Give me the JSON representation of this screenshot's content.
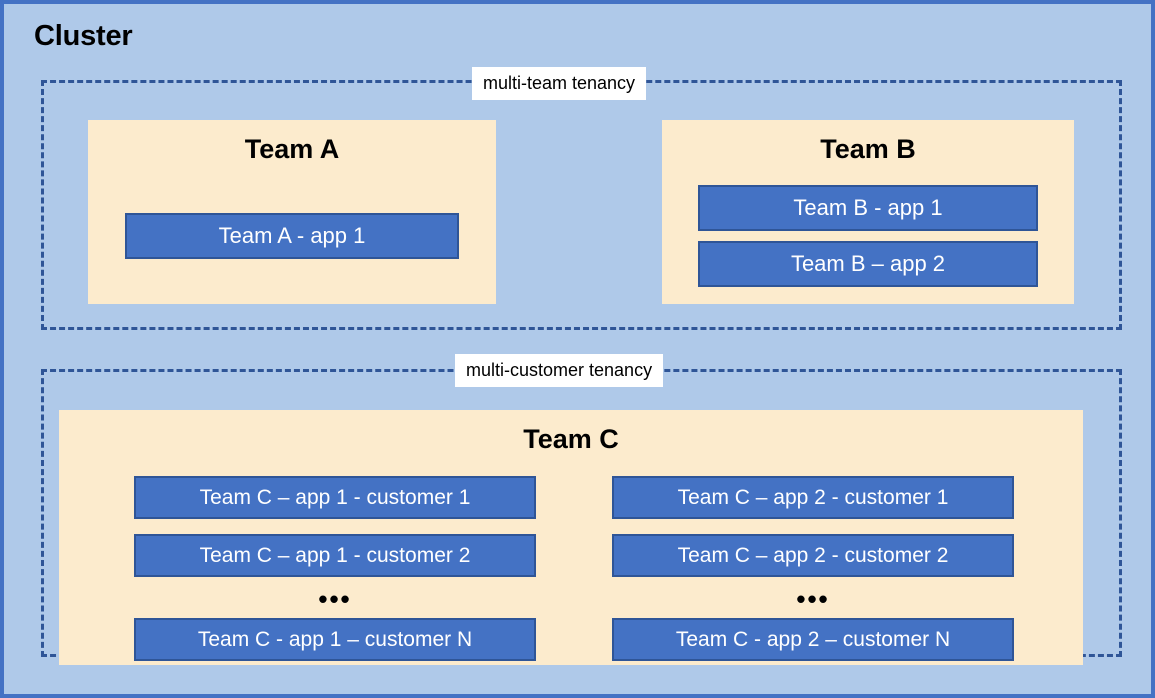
{
  "diagram": {
    "title": "Cluster",
    "colors": {
      "cluster_background": "#AFC9E9",
      "cluster_border": "#4472C4",
      "zone_border": "#2F5597",
      "team_panel_fill": "#FCEBCD",
      "app_box_fill": "#4472C4",
      "app_box_border": "#2F5597",
      "app_box_text": "#FFFFFF",
      "label_background": "#FFFFFF"
    }
  },
  "zones": [
    {
      "id": "multi-team",
      "label": "multi-team tenancy",
      "teams": [
        {
          "id": "team-a",
          "title": "Team A",
          "apps": [
            {
              "label": "Team A - app 1"
            }
          ]
        },
        {
          "id": "team-b",
          "title": "Team B",
          "apps": [
            {
              "label": "Team B - app 1"
            },
            {
              "label": "Team B – app 2"
            }
          ]
        }
      ]
    },
    {
      "id": "multi-customer",
      "label": "multi-customer tenancy",
      "teams": [
        {
          "id": "team-c",
          "title": "Team C",
          "columns": [
            {
              "id": "app-1",
              "ellipsis": "•••",
              "apps": [
                {
                  "label": "Team C – app 1 - customer 1"
                },
                {
                  "label": "Team C – app 1 - customer 2"
                },
                {
                  "label": "Team C - app 1 – customer N"
                }
              ]
            },
            {
              "id": "app-2",
              "ellipsis": "•••",
              "apps": [
                {
                  "label": "Team C – app 2 - customer 1"
                },
                {
                  "label": "Team C – app 2 - customer 2"
                },
                {
                  "label": "Team C - app 2 – customer N"
                }
              ]
            }
          ]
        }
      ]
    }
  ]
}
